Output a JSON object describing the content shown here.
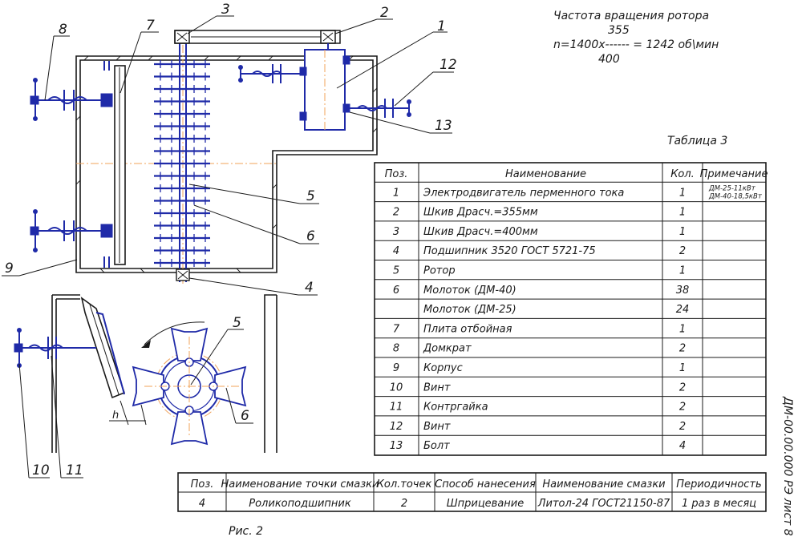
{
  "formula": {
    "title": "Частота вращения ротора",
    "numerator": "355",
    "expression": "n=1400x------ = 1242 об\\мин",
    "denominator": "400"
  },
  "callouts": [
    "1",
    "2",
    "3",
    "4",
    "5",
    "6",
    "7",
    "8",
    "9",
    "10",
    "11",
    "12",
    "13"
  ],
  "labels": {
    "h": "h",
    "fig": "Рис. 2",
    "side": "ДМ-00.00.000 РЭ лист 8",
    "table_caption": "Таблица 3"
  },
  "parts_table": {
    "headers": [
      "Поз.",
      "Наименование",
      "Кол.",
      "Примечание"
    ],
    "rows": [
      {
        "pos": "1",
        "name": "Электродвигатель перменного тока",
        "qty": "1",
        "note": [
          "ДМ-25-11кВт",
          "ДМ-40-18,5кВт"
        ]
      },
      {
        "pos": "2",
        "name": "Шкив Драсч.=355мм",
        "qty": "1",
        "note": []
      },
      {
        "pos": "3",
        "name": "Шкив Драсч.=400мм",
        "qty": "1",
        "note": []
      },
      {
        "pos": "4",
        "name": "Подшипник 3520 ГОСТ 5721-75",
        "qty": "2",
        "note": []
      },
      {
        "pos": "5",
        "name": "Ротор",
        "qty": "1",
        "note": []
      },
      {
        "pos": "6",
        "name": "Молоток (ДМ-40)",
        "qty": "38",
        "note": []
      },
      {
        "pos": "",
        "name": "Молоток (ДМ-25)",
        "qty": "24",
        "note": []
      },
      {
        "pos": "7",
        "name": "Плита отбойная",
        "qty": "1",
        "note": []
      },
      {
        "pos": "8",
        "name": "Домкрат",
        "qty": "2",
        "note": []
      },
      {
        "pos": "9",
        "name": "Корпус",
        "qty": "1",
        "note": []
      },
      {
        "pos": "10",
        "name": "Винт",
        "qty": "2",
        "note": []
      },
      {
        "pos": "11",
        "name": "Контргайка",
        "qty": "2",
        "note": []
      },
      {
        "pos": "12",
        "name": "Винт",
        "qty": "2",
        "note": []
      },
      {
        "pos": "13",
        "name": "Болт",
        "qty": "4",
        "note": []
      }
    ]
  },
  "lube_table": {
    "headers": [
      "Поз.",
      "Наименование точки смазки",
      "Кол.точек",
      "Способ нанесения",
      "Наименование смазки",
      "Периодичность"
    ],
    "row": [
      "4",
      "Роликоподшипник",
      "2",
      "Шприцевание",
      "Литол-24 ГОСТ21150-87",
      "1 раз в месяц"
    ]
  },
  "colors": {
    "drawing": "#1f2aa8",
    "axis": "#f0a35a",
    "line": "#1a1a1a"
  }
}
